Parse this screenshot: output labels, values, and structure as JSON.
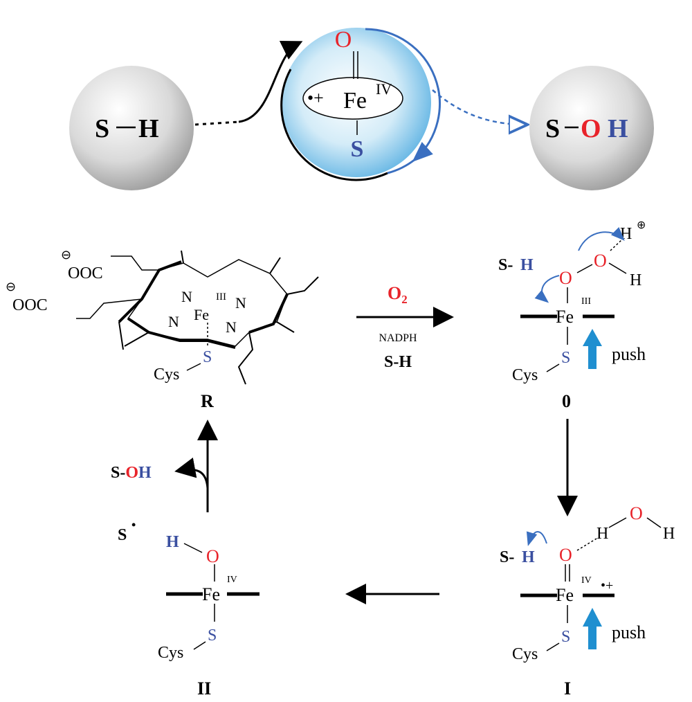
{
  "colors": {
    "oxygen": "#e8232a",
    "sulfur": "#3a4fa0",
    "push": "#1f8fd0"
  },
  "top": {
    "substrate": {
      "s": "S",
      "h": "H"
    },
    "compound_i": {
      "o": "O",
      "radical": "•+",
      "fe": "Fe",
      "ox": "IV",
      "s": "S"
    },
    "product": {
      "s": "S",
      "o": "O",
      "h": "H"
    }
  },
  "cycle": {
    "R": {
      "coo1": "OOC",
      "coo2": "OOC",
      "minus": "⊖",
      "n": "N",
      "fe": "Fe",
      "ox": "III",
      "s": "S",
      "cys": "Cys",
      "label": "R"
    },
    "arrow_R_0": {
      "o2": "O2",
      "o": "O",
      "sub": "2",
      "nadph": "NADPH",
      "sh": "S-H"
    },
    "state0": {
      "sh_s": "S-",
      "sh_h": "H",
      "o1": "O",
      "o2": "O",
      "h1": "H",
      "hplus": "H",
      "plus": "⊕",
      "fe": "Fe",
      "ox": "III",
      "s": "S",
      "cys": "Cys",
      "push": "push",
      "label": "0"
    },
    "stateI": {
      "sh_s": "S-",
      "sh_h": "H",
      "o": "O",
      "h1": "H",
      "o2": "O",
      "h2": "H",
      "fe": "Fe",
      "ox": "IV",
      "radical": "•+",
      "s": "S",
      "cys": "Cys",
      "push": "push",
      "label": "I"
    },
    "stateII": {
      "radical_s": "S",
      "dot": "•",
      "h": "H",
      "o": "O",
      "fe": "Fe",
      "ox": "IV",
      "s": "S",
      "cys": "Cys",
      "label": "II"
    },
    "release": {
      "s": "S-",
      "o": "O",
      "h": "H"
    }
  }
}
